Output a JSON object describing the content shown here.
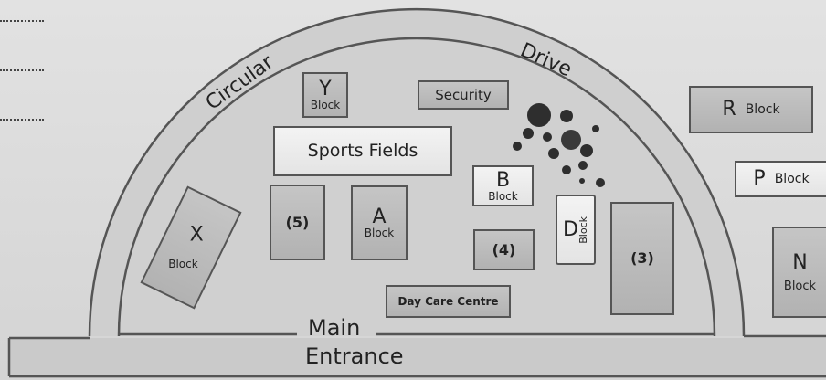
{
  "road": {
    "circular": "Circular",
    "drive": "Drive",
    "main": "Main",
    "entrance": "Entrance"
  },
  "blocks": {
    "y": {
      "letter": "Y",
      "word": "Block"
    },
    "security": {
      "label": "Security"
    },
    "sports": {
      "label": "Sports Fields"
    },
    "x": {
      "letter": "X",
      "word": "Block"
    },
    "five": {
      "label": "(5)"
    },
    "a": {
      "letter": "A",
      "word": "Block"
    },
    "b": {
      "letter": "B",
      "word": "Block"
    },
    "four": {
      "label": "(4)"
    },
    "d": {
      "letter": "D",
      "word": "Block"
    },
    "three": {
      "label": "(3)"
    },
    "daycare": {
      "label": "Day Care Centre"
    },
    "r": {
      "letter": "R",
      "word": "Block"
    },
    "p": {
      "letter": "P",
      "word": "Block"
    },
    "n": {
      "letter": "N",
      "word": "Block"
    }
  }
}
